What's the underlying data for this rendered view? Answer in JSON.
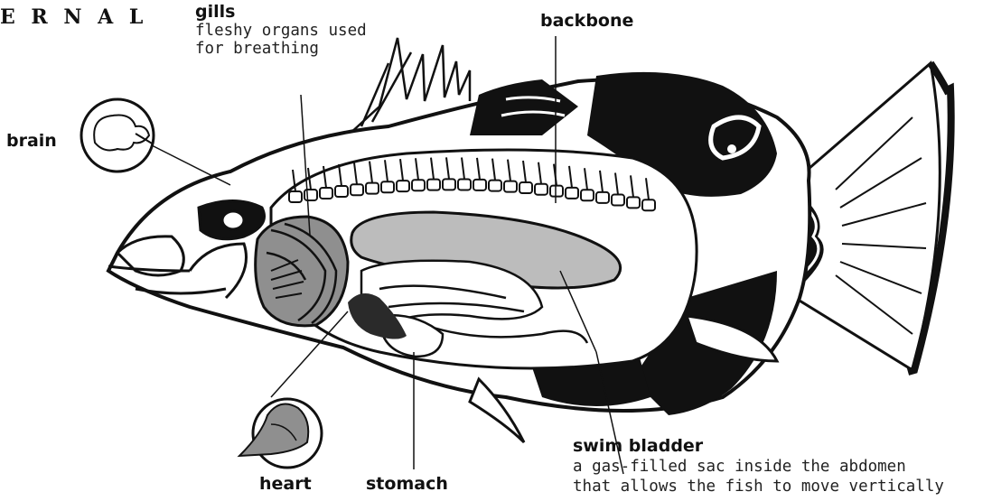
{
  "header_fragment": "E R N A L",
  "labels": {
    "gills": {
      "term": "gills",
      "desc_line1": "fleshy organs used",
      "desc_line2": "for breathing"
    },
    "backbone": {
      "term": "backbone"
    },
    "brain": {
      "term": "brain"
    },
    "heart": {
      "term": "heart"
    },
    "stomach": {
      "term": "stomach"
    },
    "swim_bladder": {
      "term": "swim bladder",
      "desc_line1": "a gas-filled sac inside the abdomen",
      "desc_line2": "that allows the fish to move vertically"
    }
  },
  "colors": {
    "ink": "#111111",
    "organ_gray": "#bcbcbc",
    "gill_gray": "#8f8f8f",
    "dark_organ": "#2a2a2a",
    "paper": "#ffffff"
  }
}
